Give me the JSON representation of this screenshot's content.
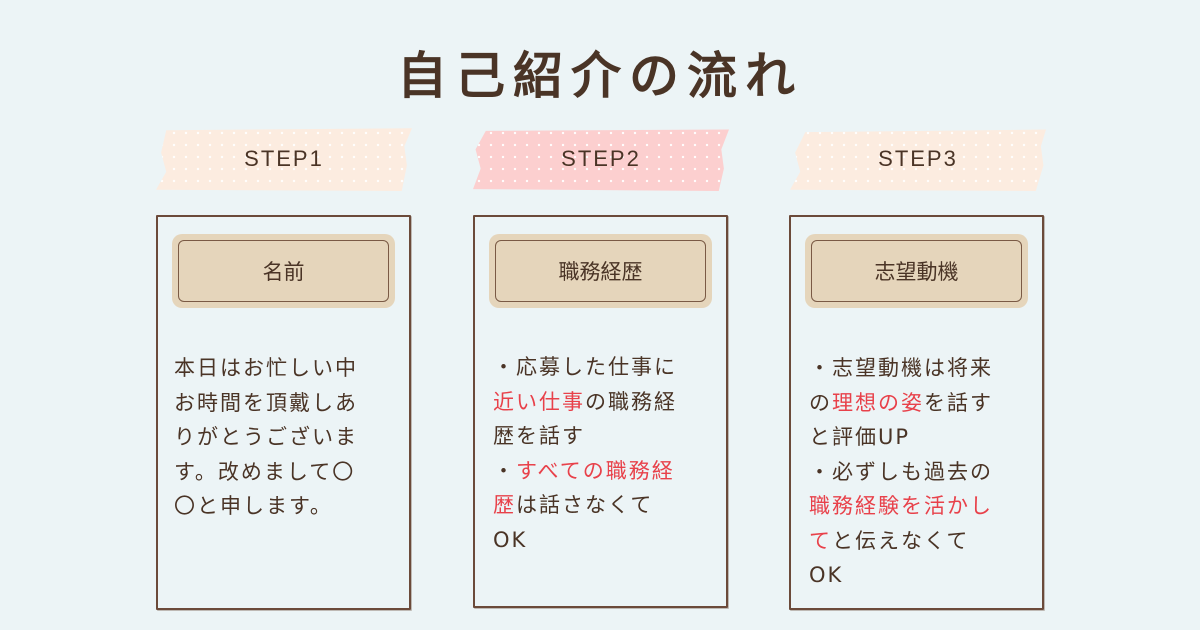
{
  "title": "自己紹介の流れ",
  "colors": {
    "background": "#ecf4f6",
    "text": "#4a3426",
    "highlight": "#e8414a",
    "tape_peach": "#fcece0",
    "tape_pink": "#fccfcf",
    "header_box": "#e5d5bb",
    "card_border": "#6b4a3a"
  },
  "steps": [
    {
      "label": "STEP1",
      "heading": "名前",
      "lines": [
        [
          {
            "t": "本日はお忙しい中",
            "hl": false
          }
        ],
        [
          {
            "t": "お時間を頂戴しあ",
            "hl": false
          }
        ],
        [
          {
            "t": "りがとうございま",
            "hl": false
          }
        ],
        [
          {
            "t": "す。改めまして〇",
            "hl": false
          }
        ],
        [
          {
            "t": "〇と申します。",
            "hl": false
          }
        ]
      ]
    },
    {
      "label": "STEP2",
      "heading": "職務経歴",
      "lines": [
        [
          {
            "t": "・応募した仕事に",
            "hl": false
          }
        ],
        [
          {
            "t": "近い仕事",
            "hl": true
          },
          {
            "t": "の職務経",
            "hl": false
          }
        ],
        [
          {
            "t": "歴を話す",
            "hl": false
          }
        ],
        [
          {
            "t": "・",
            "hl": false
          },
          {
            "t": "すべての職務経",
            "hl": true
          }
        ],
        [
          {
            "t": "歴",
            "hl": true
          },
          {
            "t": "は話さなくて",
            "hl": false
          }
        ],
        [
          {
            "t": "OK",
            "hl": false
          }
        ]
      ]
    },
    {
      "label": "STEP3",
      "heading": "志望動機",
      "lines": [
        [
          {
            "t": "・志望動機は将来",
            "hl": false
          }
        ],
        [
          {
            "t": "の",
            "hl": false
          },
          {
            "t": "理想の姿",
            "hl": true
          },
          {
            "t": "を話す",
            "hl": false
          }
        ],
        [
          {
            "t": "と評価UP",
            "hl": false
          }
        ],
        [
          {
            "t": "・必ずしも過去の",
            "hl": false
          }
        ],
        [
          {
            "t": "職務経験を活かし",
            "hl": true
          }
        ],
        [
          {
            "t": "て",
            "hl": true
          },
          {
            "t": "と伝えなくて",
            "hl": false
          }
        ],
        [
          {
            "t": "OK",
            "hl": false
          }
        ]
      ]
    }
  ]
}
